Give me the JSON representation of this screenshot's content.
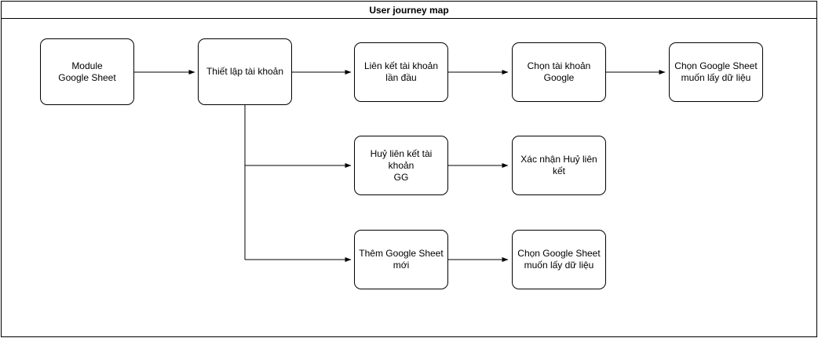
{
  "header": {
    "title": "User journey map"
  },
  "colors": {
    "border": "#000000",
    "background": "#ffffff",
    "text": "#000000"
  },
  "nodes": [
    {
      "id": "module-google-sheet",
      "label": "Module\nGoogle Sheet"
    },
    {
      "id": "thiet-lap-tai-khoan",
      "label": "Thiết lập tài khoản"
    },
    {
      "id": "lien-ket-lan-dau",
      "label": "Liên kết tài khoản\nlần đầu"
    },
    {
      "id": "chon-tai-khoan-google",
      "label": "Chọn tài khoản\nGoogle"
    },
    {
      "id": "chon-google-sheet-1",
      "label": "Chọn Google Sheet\nmuốn lấy dữ liệu"
    },
    {
      "id": "huy-lien-ket",
      "label": "Huỷ liên kết tài khoản\nGG"
    },
    {
      "id": "xac-nhan-huy-lien-ket",
      "label": "Xác nhận Huỷ liên kết"
    },
    {
      "id": "them-google-sheet-moi",
      "label": "Thêm Google Sheet\nmới"
    },
    {
      "id": "chon-google-sheet-2",
      "label": "Chọn Google Sheet\nmuốn lấy dữ liệu"
    }
  ],
  "edges": [
    {
      "from": "module-google-sheet",
      "to": "thiet-lap-tai-khoan"
    },
    {
      "from": "thiet-lap-tai-khoan",
      "to": "lien-ket-lan-dau"
    },
    {
      "from": "lien-ket-lan-dau",
      "to": "chon-tai-khoan-google"
    },
    {
      "from": "chon-tai-khoan-google",
      "to": "chon-google-sheet-1"
    },
    {
      "from": "thiet-lap-tai-khoan",
      "to": "huy-lien-ket"
    },
    {
      "from": "huy-lien-ket",
      "to": "xac-nhan-huy-lien-ket"
    },
    {
      "from": "thiet-lap-tai-khoan",
      "to": "them-google-sheet-moi"
    },
    {
      "from": "them-google-sheet-moi",
      "to": "chon-google-sheet-2"
    }
  ]
}
